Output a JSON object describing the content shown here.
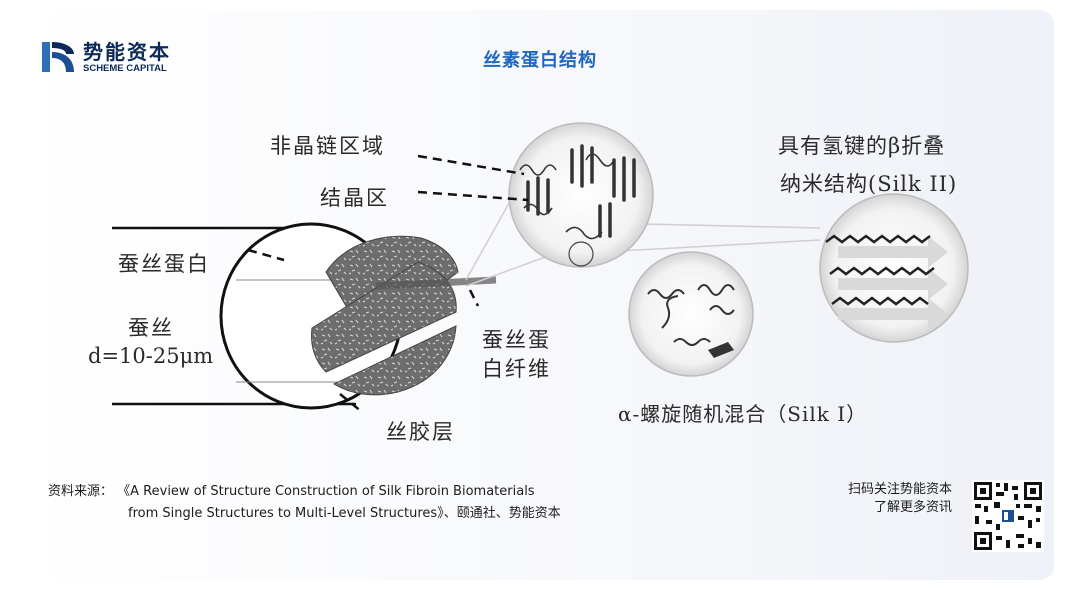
{
  "brand": {
    "name_cn": "势能资本",
    "name_en": "SCHEME CAPITAL",
    "color": "#0b2a5a"
  },
  "title": "丝素蛋白结构",
  "diagram": {
    "labels": {
      "amorphous_region": "非晶链区域",
      "crystalline_region": "结晶区",
      "fibroin": "蚕丝蛋白",
      "silk": "蚕丝",
      "diameter": "d=10-25μm",
      "fibroin_fiber_line1": "蚕丝蛋",
      "fibroin_fiber_line2": "白纤维",
      "sericin_layer": "丝胶层",
      "beta_sheet_line1": "具有氢键的β折叠",
      "beta_sheet_line2": "纳米结构(Silk II)",
      "alpha_helix": "α-螺旋随机混合（Silk I）"
    }
  },
  "source": {
    "label": "资料来源：",
    "line1": "《A Review of Structure Construction of Silk Fibroin Biomaterials",
    "line2": "from Single Structures to Multi-Level Structures》、颐通社、势能资本"
  },
  "qr": {
    "line1": "扫码关注势能资本",
    "line2": "了解更多资讯"
  },
  "colors": {
    "title": "#1f67c2",
    "text": "#1c1c1c"
  }
}
